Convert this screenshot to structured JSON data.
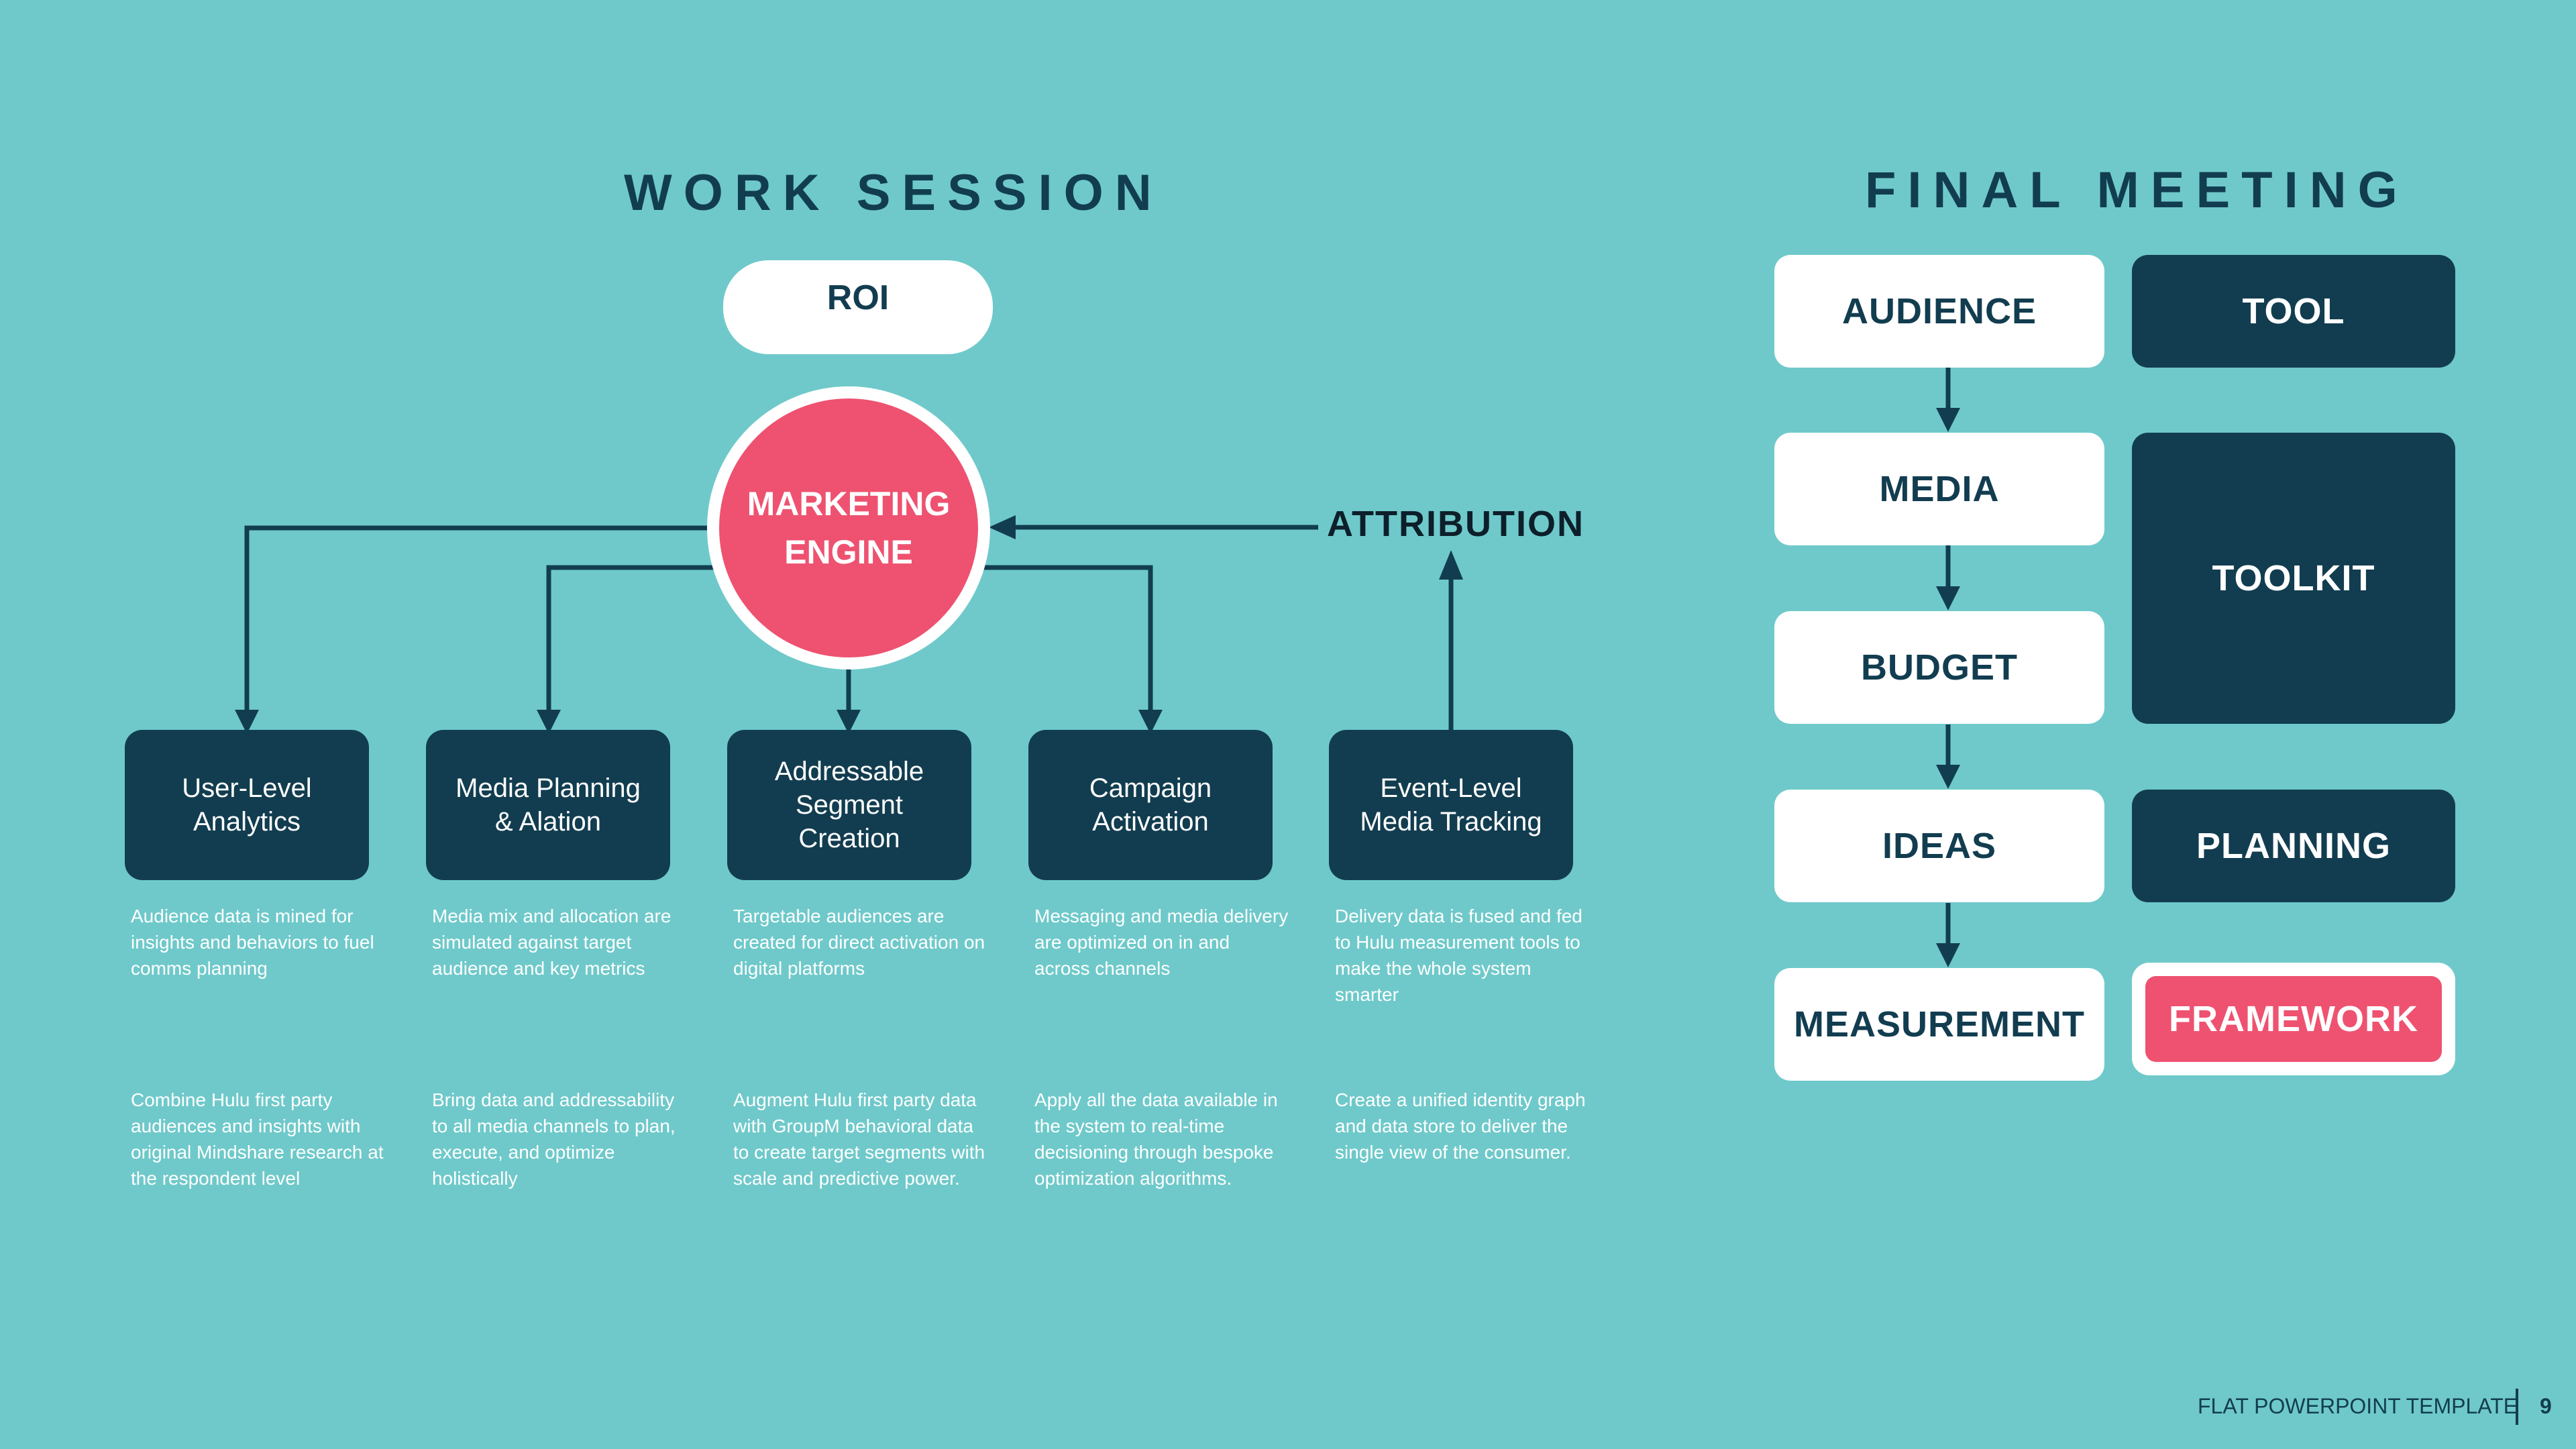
{
  "work_session": {
    "title": "WORK SESSION",
    "roi": "ROI",
    "engine": {
      "line1": "MARKETING",
      "line2": "ENGINE"
    },
    "attribution": "ATTRIBUTION",
    "columns": [
      {
        "label_lines": [
          "User-Level",
          "Analytics"
        ],
        "desc1": "Audience data is mined for insights and behaviors to fuel comms planning",
        "desc2": "Combine Hulu first party audiences and insights with original Mindshare research at the respondent level"
      },
      {
        "label_lines": [
          "Media Planning",
          "& Alation"
        ],
        "desc1": "Media mix and allocation are simulated against target audience and key metrics",
        "desc2": "Bring data and addressability to all media channels to plan, execute, and optimize holistically"
      },
      {
        "label_lines": [
          "Addressable",
          "Segment",
          "Creation"
        ],
        "desc1": "Targetable audiences are created for direct activation on digital platforms",
        "desc2": "Augment Hulu first party data with GroupM behavioral data to create target segments with scale and predictive power."
      },
      {
        "label_lines": [
          "Campaign",
          "Activation"
        ],
        "desc1": "Messaging and media delivery are optimized on in and across channels",
        "desc2": "Apply all the data available in the system to real-time decisioning through bespoke optimization algorithms."
      },
      {
        "label_lines": [
          "Event-Level",
          "Media Tracking"
        ],
        "desc1": "Delivery data is fused and fed to Hulu measurement tools to make the whole system smarter",
        "desc2": "Create a unified identity graph and data store to deliver the single view of the consumer."
      }
    ]
  },
  "final_meeting": {
    "title": "FINAL MEETING",
    "flow": [
      "AUDIENCE",
      "MEDIA",
      "BUDGET",
      "IDEAS",
      "MEASUREMENT"
    ],
    "tool": "TOOL",
    "toolkit": "TOOLKIT",
    "planning": "PLANNING",
    "framework": "FRAMEWORK"
  },
  "footer": {
    "template": "FLAT POWERPOINT TEMPLATE",
    "page": "9"
  },
  "colors": {
    "background": "#6fc9ca",
    "navy": "#123d50",
    "pink": "#ee5270",
    "white": "#ffffff"
  }
}
